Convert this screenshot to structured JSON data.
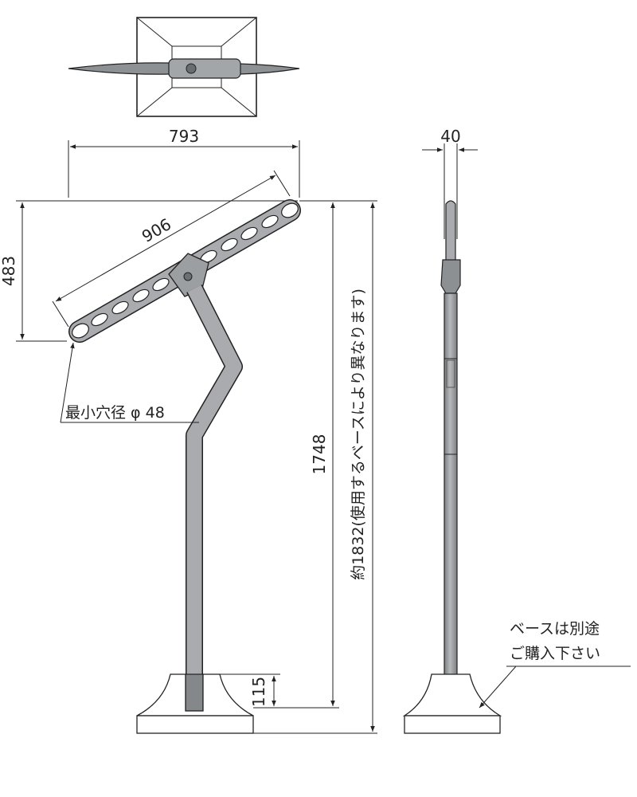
{
  "dimensions": {
    "top_width": "793",
    "arm_length": "906",
    "arm_height": "483",
    "pole_height": "1748",
    "total_height_note": "約1832(使用するベースにより異なります)",
    "insert_depth": "115",
    "pole_thickness": "40"
  },
  "callouts": {
    "min_hole": "最小穴径 φ 48",
    "base_note_line1": "ベースは別途",
    "base_note_line2": "ご購入下さい"
  },
  "colors": {
    "line": "#222222",
    "metal": "#a9abae",
    "metal_dark": "#6f7275",
    "hole": "#ffffff",
    "base_fill": "#ffffff"
  }
}
